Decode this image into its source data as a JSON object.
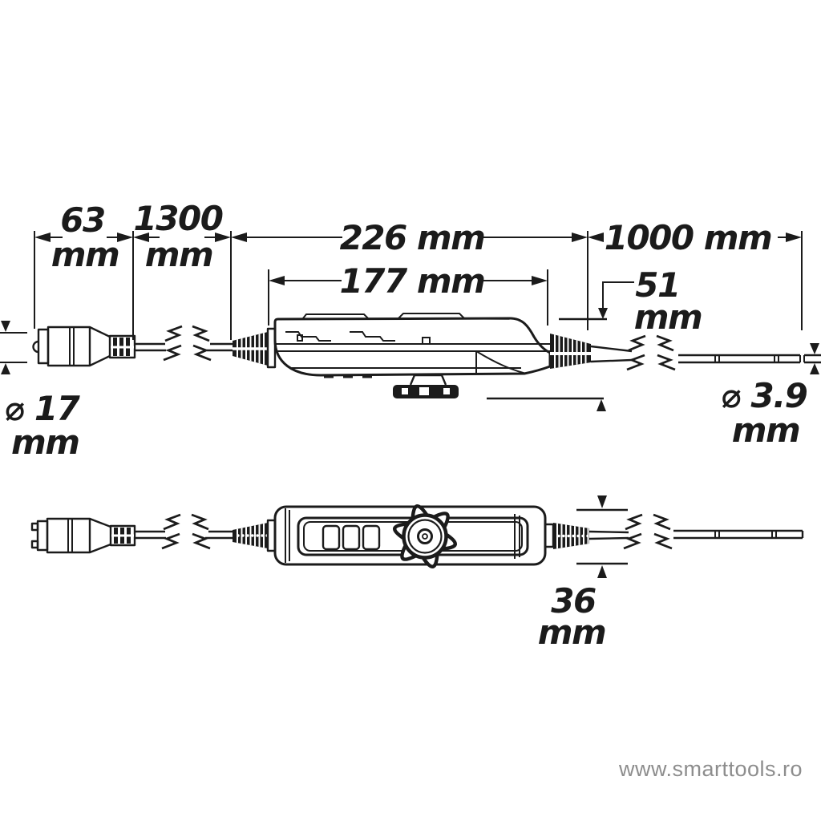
{
  "drawing": {
    "labels": {
      "dim63": "63",
      "dim63_unit": "mm",
      "dim1300": "1300",
      "dim1300_unit": "mm",
      "dim226": "226 mm",
      "dim177": "177 mm",
      "dim1000": "1000 mm",
      "dim51": "51",
      "dim51_unit": "mm",
      "dia17": "⌀ 17",
      "dia17_unit": "mm",
      "dia3_9": "⌀ 3.9",
      "dia3_9_unit": "mm",
      "dim36": "36",
      "dim36_unit": "mm"
    },
    "colors": {
      "ink": "#1b1b1b",
      "paper": "#ffffff",
      "watermark_gray": "#8d8d8d"
    }
  },
  "watermark": {
    "text": "www.smarttools.ro"
  }
}
